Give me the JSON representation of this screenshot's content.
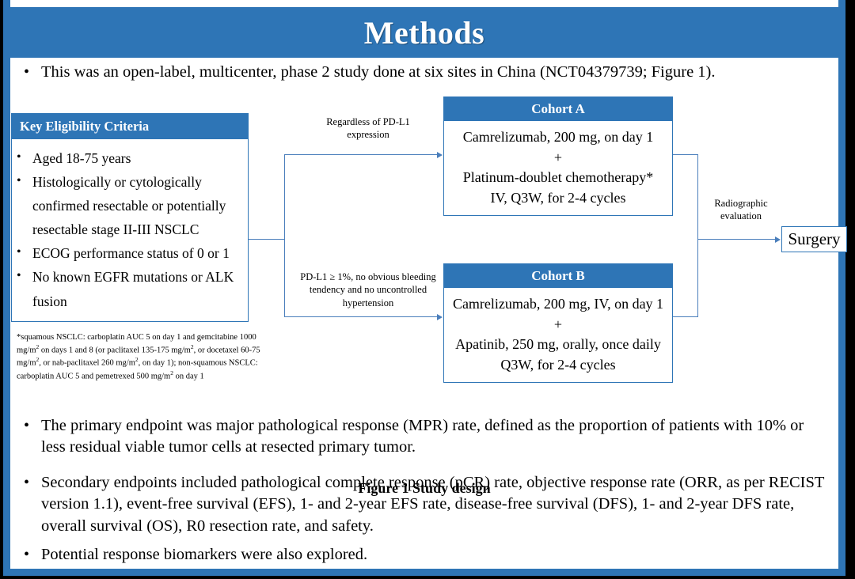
{
  "slide": {
    "title": "Methods",
    "accent_color": "#2E75B6",
    "connector_color": "#4A7EBB",
    "background": "#FFFFFF",
    "frame_color": "#000000"
  },
  "intro_bullet": {
    "marker": "•",
    "text": "This was an open-label, multicenter, phase 2 study done at six sites in China (NCT04379739; Figure 1)."
  },
  "figure": {
    "caption": "Figure 1 Study design",
    "eligibility": {
      "header": "Key  Eligibility Criteria",
      "marker": "•",
      "items": [
        "Aged 18-75 years",
        "Histologically or cytologically confirmed resectable or potentially resectable stage II-III  NSCLC",
        "ECOG performance status of 0 or 1",
        "No known EGFR mutations or ALK fusion"
      ]
    },
    "footnote": "*squamous NSCLC: carboplatin AUC 5 on day 1 and gemcitabine 1000 mg/m2 on days 1 and 8 (or paclitaxel 135-175 mg/m2, or docetaxel 60-75 mg/m2, or nab-paclitaxel 260 mg/m2, on day 1); non-squamous NSCLC: carboplatin AUC 5 and pemetrexed 500 mg/m2 on day 1",
    "branch_labels": {
      "upper": "Regardless of PD-L1 expression",
      "lower": "PD-L1 ≥ 1%, no obvious bleeding tendency and no uncontrolled hypertension",
      "right": "Radiographic evaluation"
    },
    "cohort_a": {
      "header": "Cohort A",
      "line1": "Camrelizumab, 200 mg, on day 1",
      "line2": "+",
      "line3": "Platinum-doublet chemotherapy*",
      "line4": "IV, Q3W, for 2-4 cycles"
    },
    "cohort_b": {
      "header": "Cohort B",
      "line1": "Camrelizumab, 200 mg, IV, on day 1",
      "line2": "+",
      "line3": "Apatinib, 250 mg, orally, once daily",
      "line4": "Q3W, for 2-4 cycles"
    },
    "surgery": {
      "label": "Surgery"
    }
  },
  "endpoint_bullets": [
    {
      "marker": "•",
      "text": "The primary endpoint was major pathological response (MPR) rate, defined as the proportion of patients with 10% or less residual viable tumor cells at resected primary tumor."
    },
    {
      "marker": "•",
      "text": "Secondary endpoints included pathological complete response (pCR) rate, objective response rate (ORR, as per RECIST version 1.1), event-free survival (EFS), 1- and 2-year EFS rate, disease-free survival (DFS), 1- and 2-year DFS rate, overall survival (OS), R0 resection rate, and safety."
    },
    {
      "marker": "•",
      "text": "Potential response biomarkers were also explored."
    }
  ]
}
